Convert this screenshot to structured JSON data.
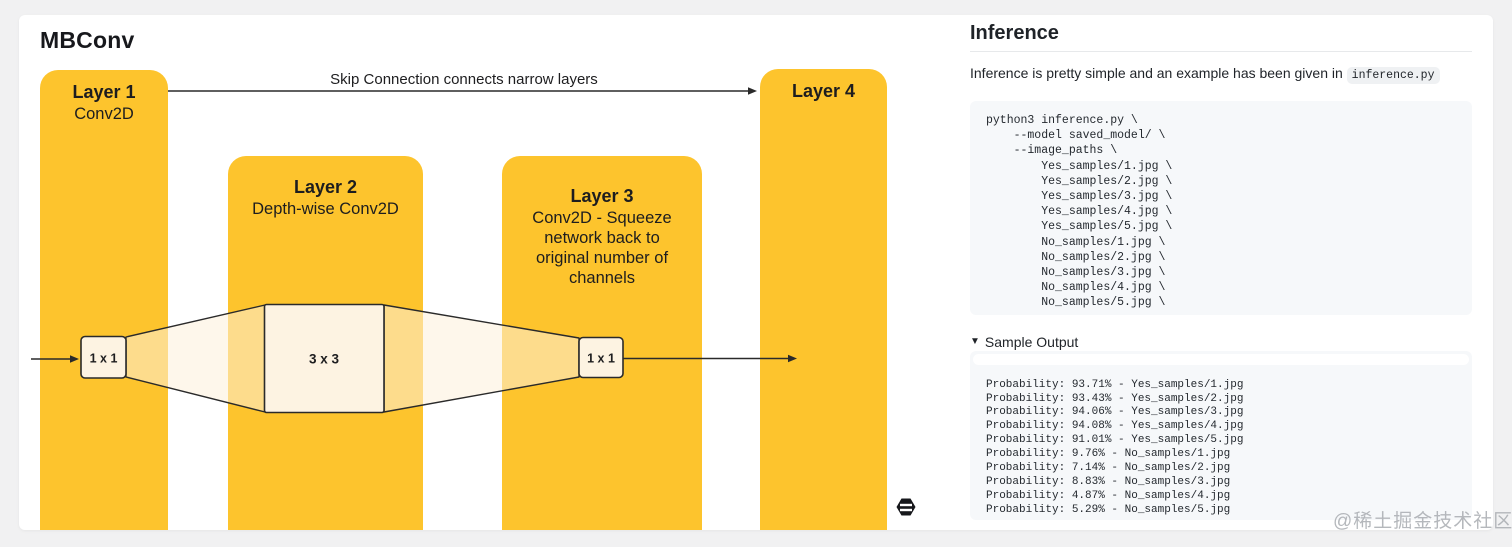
{
  "diagram": {
    "title": "MBConv",
    "skip_label": "Skip Connection connects narrow layers",
    "layers": [
      {
        "name": "Layer 1",
        "desc": "Conv2D"
      },
      {
        "name": "Layer 2",
        "desc": "Depth-wise Conv2D"
      },
      {
        "name": "Layer 3",
        "desc": "Conv2D - Squeeze network back to original number of channels"
      },
      {
        "name": "Layer 4"
      }
    ],
    "kernels": [
      "1 x 1",
      "3 x 3",
      "1 x 1"
    ],
    "colors": {
      "column_yellow": "#fdc42d",
      "kernel_box_cream": "#fdf3e2",
      "trapezoid_fill": "rgba(253,241,218,0.55)",
      "outline": "#2a2a2a"
    }
  },
  "doc": {
    "heading": "Inference",
    "intro_text": "Inference is pretty simple and an example has been given in",
    "intro_code": "inference.py",
    "command_lines": [
      "python3 inference.py \\",
      "    --model saved_model/ \\",
      "    --image_paths \\",
      "        Yes_samples/1.jpg \\",
      "        Yes_samples/2.jpg \\",
      "        Yes_samples/3.jpg \\",
      "        Yes_samples/4.jpg \\",
      "        Yes_samples/5.jpg \\",
      "        No_samples/1.jpg \\",
      "        No_samples/2.jpg \\",
      "        No_samples/3.jpg \\",
      "        No_samples/4.jpg \\",
      "        No_samples/5.jpg \\"
    ],
    "sample_output": {
      "marker": "▼",
      "summary": "Sample Output",
      "lines": [
        "Probability: 93.71% - Yes_samples/1.jpg",
        "Probability: 93.43% - Yes_samples/2.jpg",
        "Probability: 94.06% - Yes_samples/3.jpg",
        "Probability: 94.08% - Yes_samples/4.jpg",
        "Probability: 91.01% - Yes_samples/5.jpg",
        "Probability: 9.76% - No_samples/1.jpg",
        "Probability: 7.14% - No_samples/2.jpg",
        "Probability: 8.83% - No_samples/3.jpg",
        "Probability: 4.87% - No_samples/4.jpg",
        "Probability: 5.29% - No_samples/5.jpg"
      ]
    }
  },
  "watermark": "@稀土掘金技术社区"
}
